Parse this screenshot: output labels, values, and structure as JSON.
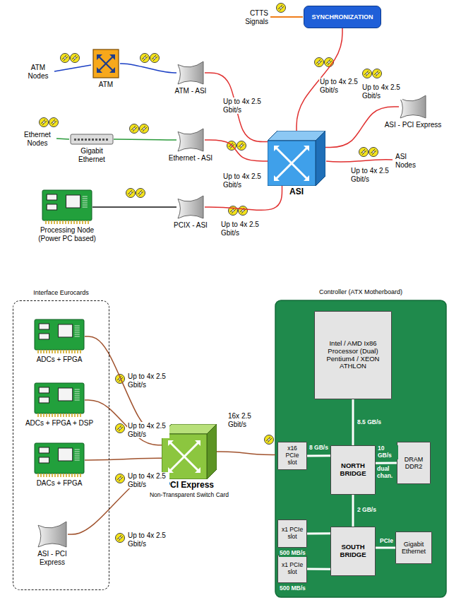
{
  "diagram": {
    "nodes": [
      {
        "text": [
          "SYNCHRONIZATION"
        ]
      },
      {
        "text": [
          "ATM"
        ]
      },
      {
        "text": [
          "ATM - ASI"
        ]
      },
      {
        "text": [
          "Gigabit Ethernet"
        ]
      },
      {
        "text": [
          "Ethernet - ASI"
        ]
      },
      {
        "text": [
          "PCIX - ASI"
        ]
      },
      {
        "text": [
          "Processing Node (Power PC based)"
        ]
      },
      {
        "text": [
          "ASI"
        ]
      },
      {
        "text": [
          "ASI - PCI Express"
        ]
      },
      {
        "text": [
          "Interface Eurocards"
        ]
      },
      {
        "text": [
          "ADCs + FPGA"
        ],
        "in": 9
      },
      {
        "text": [
          "ADCs + FPGA + DSP"
        ],
        "in": 9
      },
      {
        "text": [
          "DACs + FPGA"
        ],
        "in": 9
      },
      {
        "text": [
          "ASI - PCI Express"
        ],
        "in": 9
      },
      {
        "text": [
          "PCI Express",
          "Non-Transparent Switch Card"
        ]
      },
      {
        "text": [
          "Controller (ATX Motherboard)"
        ]
      },
      {
        "text": [
          "Intel / AMD Ix86 Processor (Dual) Pentium4 / XEON ATHLON"
        ],
        "in": 15
      },
      {
        "text": [
          "x16 PCIe slot"
        ],
        "in": 15
      },
      {
        "text": [
          "NORTH BRIDGE"
        ],
        "in": 15
      },
      {
        "text": [
          "DRAM DDR2"
        ],
        "in": 15
      },
      {
        "text": [
          "x1 PCIe slot"
        ],
        "in": 15
      },
      {
        "text": [
          "SOUTH BRIDGE"
        ],
        "in": 15
      },
      {
        "text": [
          "x1 PCIe slot"
        ],
        "in": 15
      },
      {
        "text": [
          "Gigabit Ethernet"
        ],
        "in": 15
      }
    ],
    "edges": [
      {
        "from": 0,
        "to": 7,
        "label": "Up to 4x 2.5 Gbit/s",
        "arrow": "none"
      },
      {
        "from": 1,
        "to": 2,
        "arrow": "none"
      },
      {
        "from": 2,
        "to": 7,
        "label": "Up to 4x 2.5 Gbit/s",
        "arrow": "none"
      },
      {
        "from": 3,
        "to": 4,
        "arrow": "none"
      },
      {
        "from": 4,
        "to": 7,
        "label": "Up to 4x 2.5 Gbit/s",
        "arrow": "none"
      },
      {
        "from": 6,
        "to": 5,
        "arrow": "none"
      },
      {
        "from": 5,
        "to": 7,
        "label": "Up to 4x 2.5 Gbit/s",
        "arrow": "none"
      },
      {
        "from": 7,
        "to": 8,
        "label": "Up to 4x 2.5 Gbit/s",
        "arrow": "none"
      },
      {
        "from": 10,
        "to": 14,
        "label": "Up to 4x 2.5 Gbit/s",
        "arrow": "none"
      },
      {
        "from": 11,
        "to": 14,
        "label": "Up to 4x 2.5 Gbit/s",
        "arrow": "none"
      },
      {
        "from": 12,
        "to": 14,
        "label": "Up to 4x 2.5 Gbit/s",
        "arrow": "none"
      },
      {
        "from": 13,
        "to": 14,
        "label": "Up to 4x 2.5 Gbit/s",
        "arrow": "none"
      },
      {
        "from": 14,
        "to": 15,
        "label": "16x 2.5 Gbit/s",
        "arrow": "none"
      },
      {
        "from": 16,
        "to": 18,
        "label": "8.5 GB/s",
        "arrow": "none"
      },
      {
        "from": 17,
        "to": 18,
        "label": "8 GB/s",
        "arrow": "none"
      },
      {
        "from": 18,
        "to": 19,
        "label": "10 GB/s",
        "arrow": "none"
      },
      {
        "from": 18,
        "to": 21,
        "label": "2 GB/s",
        "arrow": "none"
      },
      {
        "from": 20,
        "to": 21,
        "label": "500 MB/s",
        "arrow": "none"
      },
      {
        "from": 22,
        "to": 21,
        "label": "500 MB/s",
        "arrow": "none"
      },
      {
        "from": 21,
        "to": 23,
        "label": "PCIe",
        "arrow": "none"
      }
    ],
    "labels": [
      "CTTS Signals",
      "ATM Nodes",
      "Ethernet Nodes",
      "ASI Nodes",
      "Up to 4x 2.5 Gbit/s",
      "dual chan."
    ]
  }
}
